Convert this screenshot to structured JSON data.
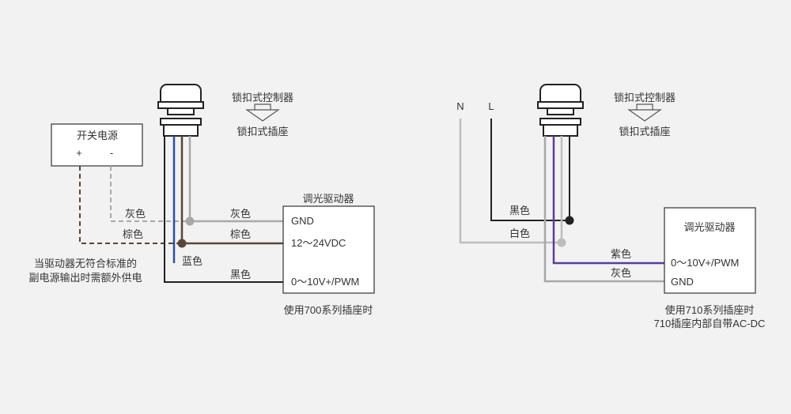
{
  "left": {
    "controller_label": "锁扣式控制器",
    "socket_label": "锁扣式插座",
    "power_box": {
      "title": "开关电源",
      "plus": "+",
      "minus": "-"
    },
    "wire_gray_left": "灰色",
    "wire_brown_left": "棕色",
    "wire_blue": "蓝色",
    "wire_gray_right": "灰色",
    "wire_brown_right": "棕色",
    "wire_black": "黑色",
    "driver": {
      "title": "调光驱动器",
      "gnd": "GND",
      "vdc": "12～24VDC",
      "pwm": "0～10V+/PWM"
    },
    "note_line1": "当驱动器无符合标准的",
    "note_line2": "副电源输出时需额外供电",
    "caption": "使用700系列插座时"
  },
  "right": {
    "controller_label": "锁扣式控制器",
    "socket_label": "锁扣式插座",
    "n_label": "N",
    "l_label": "L",
    "wire_black": "黑色",
    "wire_white": "白色",
    "wire_purple": "紫色",
    "wire_gray": "灰色",
    "driver": {
      "title": "调光驱动器",
      "pwm": "0～10V+/PWM",
      "gnd": "GND"
    },
    "caption_line1": "使用710系列插座时",
    "caption_line2": "710插座内部自带AC-DC"
  },
  "colors": {
    "gray_wire": "#a8a8a8",
    "brown_wire": "#5a4538",
    "blue_wire": "#2d4fa0",
    "black_wire": "#222222",
    "purple_wire": "#5b3d9a",
    "text": "#333333",
    "background": "#f2f2f2"
  }
}
